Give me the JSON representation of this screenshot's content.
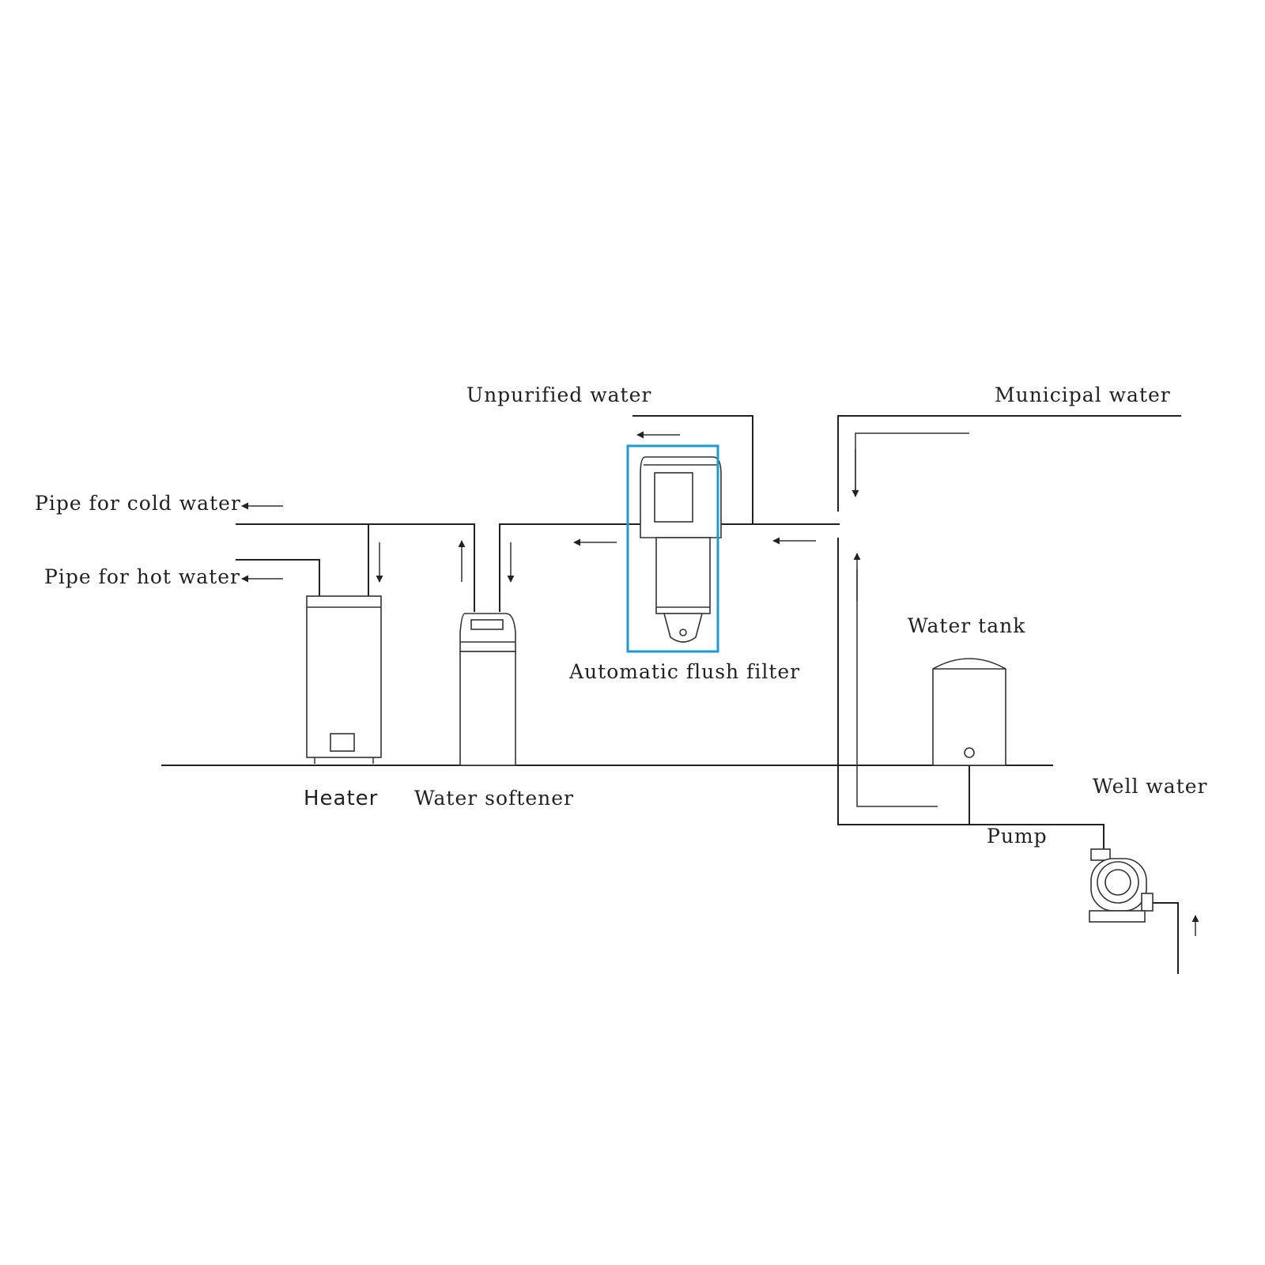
{
  "labels": {
    "unpurified_water": "Unpurified water",
    "municipal_water": "Municipal water",
    "cold_pipe": "Pipe for cold water",
    "hot_pipe": "Pipe for hot water",
    "water_tank": "Water tank",
    "automatic_flush_filter": "Automatic flush filter",
    "heater": "Heater",
    "water_softener": "Water softener",
    "well_water": "Well water",
    "pump": "Pump"
  },
  "colors": {
    "highlight": "#1a9ad6",
    "line": "#222222"
  }
}
